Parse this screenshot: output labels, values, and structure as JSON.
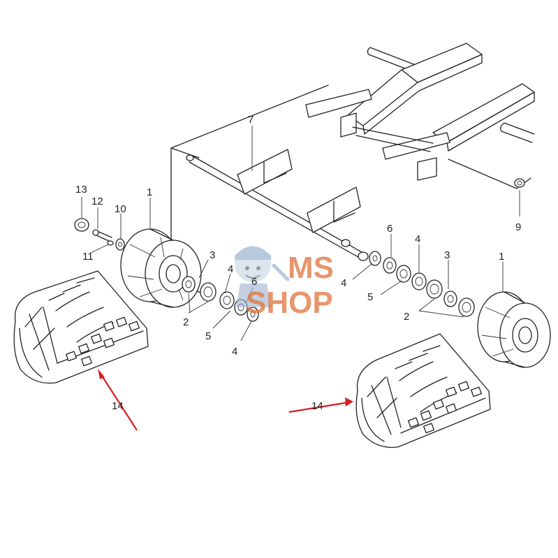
{
  "colors": {
    "line": "#222222",
    "arrow": "#d42020",
    "watermark": "#e0743a"
  },
  "callouts": {
    "n1_left": "1",
    "n1_right": "1",
    "n2_left": "2",
    "n2_right": "2",
    "n3_left": "3",
    "n3_right": "3",
    "n4_left_top": "4",
    "n4_left_bottom": "4",
    "n4_right_a": "4",
    "n4_right_b": "4",
    "n5_left": "5",
    "n5_right": "5",
    "n6_left": "6",
    "n6_right": "6",
    "n7": "7",
    "n9": "9",
    "n10": "10",
    "n11": "11",
    "n12": "12",
    "n13": "13",
    "n14_left": "14",
    "n14_right": "14"
  },
  "watermark": {
    "line1": "MS",
    "line2": "SHOP"
  }
}
